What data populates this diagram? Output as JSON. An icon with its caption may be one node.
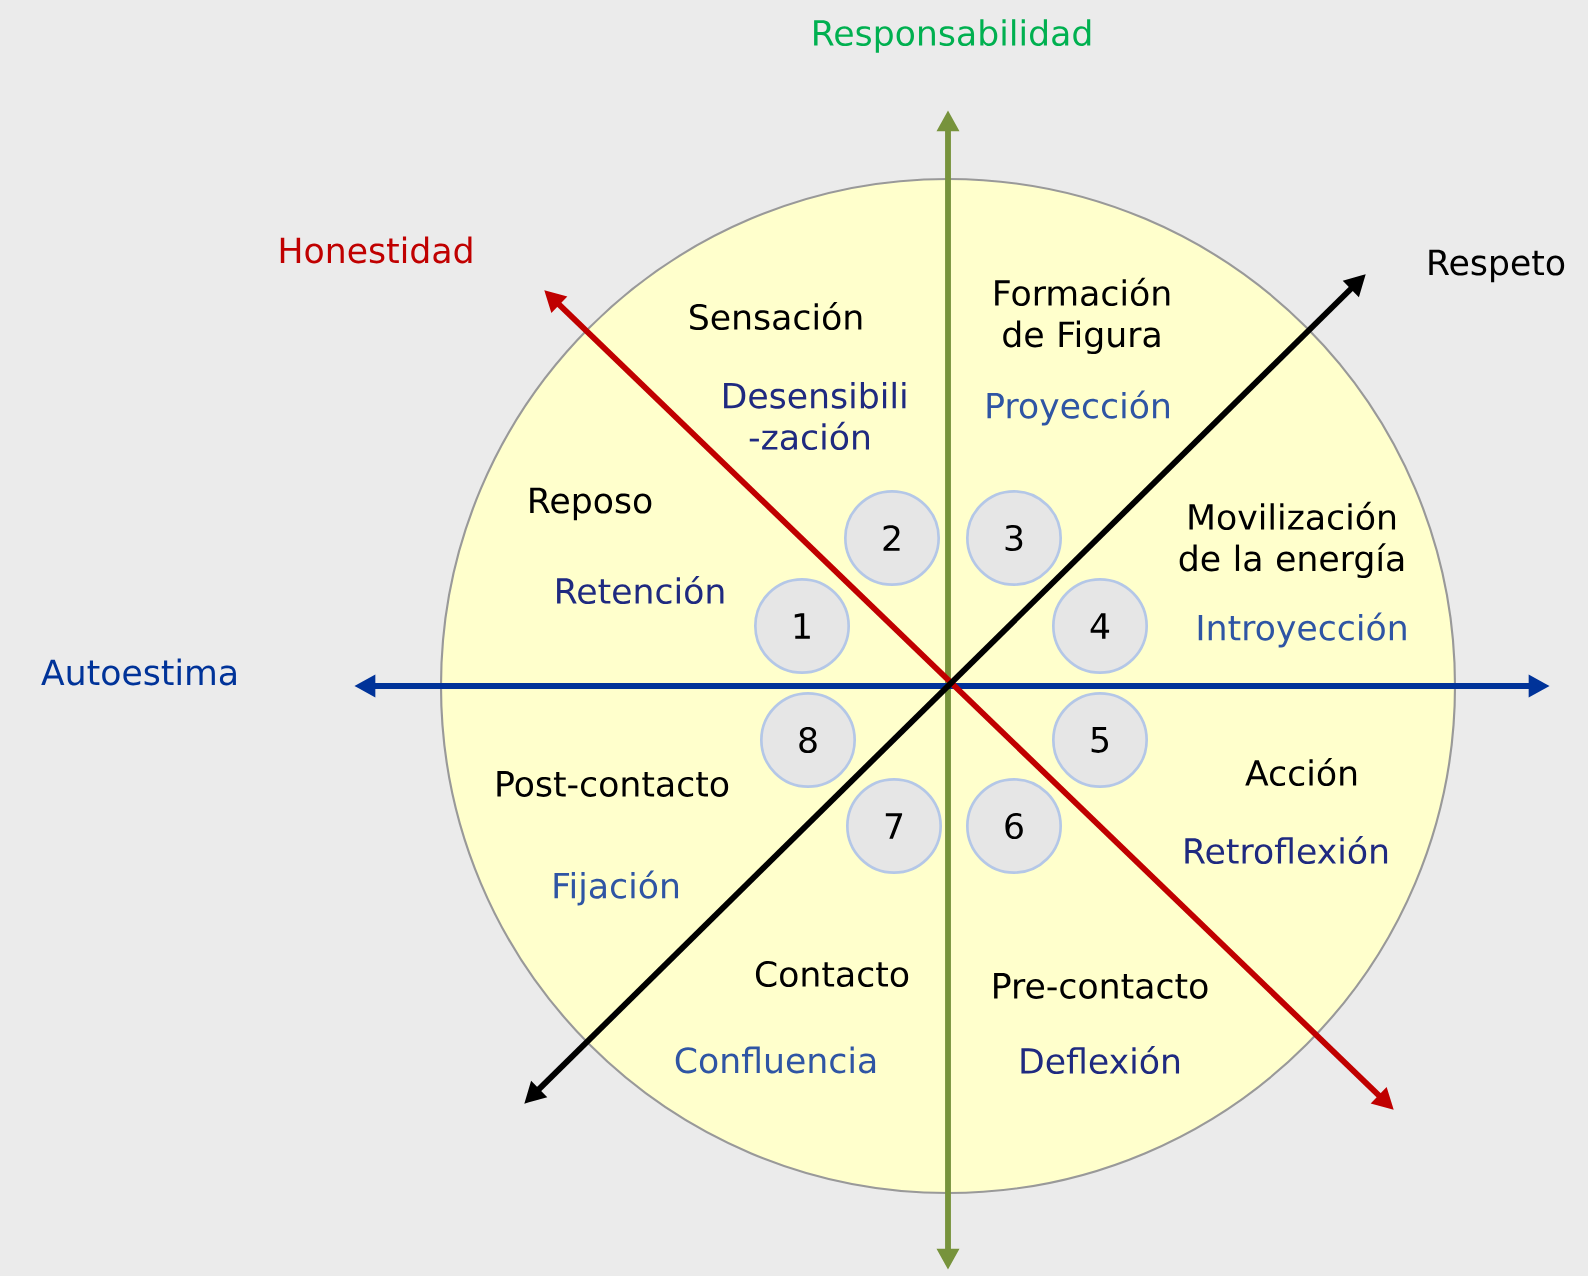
{
  "diagram": {
    "nodes": [
      {
        "text": [],
        "shape": "circle"
      },
      {
        "text": [
          "1"
        ],
        "in": 0
      },
      {
        "text": [
          "2"
        ],
        "in": 0
      },
      {
        "text": [
          "3"
        ],
        "in": 0
      },
      {
        "text": [
          "4"
        ],
        "in": 0
      },
      {
        "text": [
          "5"
        ],
        "in": 0
      },
      {
        "text": [
          "6"
        ],
        "in": 0
      },
      {
        "text": [
          "7"
        ],
        "in": 0
      },
      {
        "text": [
          "8"
        ],
        "in": 0
      }
    ],
    "edges": [],
    "labels": [
      "Responsabilidad",
      "Honestidad",
      "Respeto",
      "Sensación",
      "Formación de Figura",
      "Desensibili -zación",
      "Proyección",
      "Reposo",
      "Movilización de la energía",
      "Retención",
      "Introyección",
      "Autoestima",
      "Post-contacto",
      "Acción",
      "Retroflexión",
      "Fijación",
      "Contacto",
      "Pre-contacto",
      "Confluencia",
      "Deflexión"
    ]
  }
}
